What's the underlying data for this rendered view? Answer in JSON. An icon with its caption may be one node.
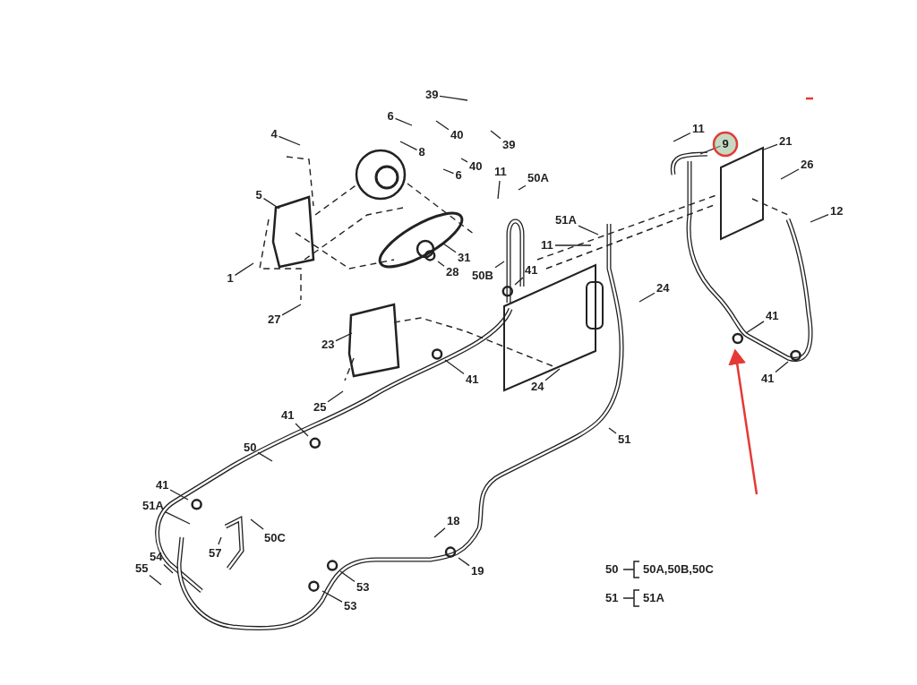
{
  "diagram": {
    "nodes": [
      {
        "text": [
          "39"
        ]
      },
      {
        "text": [
          "6"
        ]
      },
      {
        "text": [
          "40"
        ]
      },
      {
        "text": [
          "4"
        ]
      },
      {
        "text": [
          "8"
        ]
      },
      {
        "text": [
          "39"
        ]
      },
      {
        "text": [
          "40"
        ]
      },
      {
        "text": [
          "6"
        ]
      },
      {
        "text": [
          "11"
        ]
      },
      {
        "text": [
          "50A"
        ]
      },
      {
        "text": [
          "5"
        ]
      },
      {
        "text": [
          "51A"
        ]
      },
      {
        "text": [
          "11"
        ]
      },
      {
        "text": [
          "31"
        ]
      },
      {
        "text": [
          "1"
        ]
      },
      {
        "text": [
          "28"
        ]
      },
      {
        "text": [
          "50B"
        ]
      },
      {
        "text": [
          "41"
        ]
      },
      {
        "text": [
          "24"
        ]
      },
      {
        "text": [
          "27"
        ]
      },
      {
        "text": [
          "23"
        ]
      },
      {
        "text": [
          "41"
        ]
      },
      {
        "text": [
          "24"
        ]
      },
      {
        "text": [
          "25"
        ]
      },
      {
        "text": [
          "11"
        ]
      },
      {
        "text": [
          "9"
        ]
      },
      {
        "text": [
          "21"
        ]
      },
      {
        "text": [
          "26"
        ]
      },
      {
        "text": [
          "12"
        ]
      },
      {
        "text": [
          "41"
        ]
      },
      {
        "text": [
          "41"
        ]
      },
      {
        "text": [
          "41"
        ]
      },
      {
        "text": [
          "50"
        ]
      },
      {
        "text": [
          "51"
        ]
      },
      {
        "text": [
          "41"
        ]
      },
      {
        "text": [
          "51A"
        ]
      },
      {
        "text": [
          "50C"
        ]
      },
      {
        "text": [
          "57"
        ]
      },
      {
        "text": [
          "54"
        ]
      },
      {
        "text": [
          "55"
        ]
      },
      {
        "text": [
          "18"
        ]
      },
      {
        "text": [
          "19"
        ]
      },
      {
        "text": [
          "53"
        ]
      },
      {
        "text": [
          "53"
        ]
      }
    ],
    "edges": [
      {
        "from": 0,
        "to": null,
        "arrow": "none"
      },
      {
        "from": 1,
        "to": null,
        "arrow": "none"
      },
      {
        "from": 2,
        "to": null,
        "arrow": "none"
      },
      {
        "from": 3,
        "to": null,
        "arrow": "none"
      },
      {
        "from": 4,
        "to": null,
        "arrow": "none"
      },
      {
        "from": 5,
        "to": null,
        "arrow": "none"
      },
      {
        "from": 6,
        "to": null,
        "arrow": "none"
      },
      {
        "from": 7,
        "to": null,
        "arrow": "none"
      },
      {
        "from": 8,
        "to": null,
        "arrow": "none"
      },
      {
        "from": 9,
        "to": null,
        "arrow": "none"
      },
      {
        "from": 10,
        "to": null,
        "arrow": "none"
      },
      {
        "from": 11,
        "to": null,
        "arrow": "none"
      },
      {
        "from": 12,
        "to": null,
        "arrow": "none"
      },
      {
        "from": 13,
        "to": null,
        "arrow": "none"
      },
      {
        "from": 14,
        "to": null,
        "arrow": "none"
      },
      {
        "from": 15,
        "to": null,
        "arrow": "none"
      },
      {
        "from": 16,
        "to": null,
        "arrow": "none"
      },
      {
        "from": 17,
        "to": null,
        "arrow": "none"
      },
      {
        "from": 18,
        "to": null,
        "arrow": "none"
      },
      {
        "from": 19,
        "to": null,
        "arrow": "none"
      },
      {
        "from": 20,
        "to": null,
        "arrow": "none"
      },
      {
        "from": 21,
        "to": null,
        "arrow": "none"
      },
      {
        "from": 22,
        "to": null,
        "arrow": "none"
      },
      {
        "from": 23,
        "to": null,
        "arrow": "none"
      },
      {
        "from": 24,
        "to": null,
        "arrow": "none"
      },
      {
        "from": 25,
        "to": null,
        "arrow": "none"
      },
      {
        "from": 26,
        "to": null,
        "arrow": "none"
      },
      {
        "from": 27,
        "to": null,
        "arrow": "none"
      },
      {
        "from": 28,
        "to": null,
        "arrow": "none"
      },
      {
        "from": 29,
        "to": null,
        "arrow": "none"
      },
      {
        "from": 30,
        "to": null,
        "arrow": "none"
      },
      {
        "from": 31,
        "to": null,
        "arrow": "none"
      },
      {
        "from": 32,
        "to": null,
        "arrow": "none"
      },
      {
        "from": 33,
        "to": null,
        "arrow": "none"
      },
      {
        "from": 34,
        "to": null,
        "arrow": "none"
      },
      {
        "from": 35,
        "to": null,
        "arrow": "none"
      },
      {
        "from": 36,
        "to": null,
        "arrow": "none"
      },
      {
        "from": 37,
        "to": null,
        "arrow": "none"
      },
      {
        "from": 38,
        "to": null,
        "arrow": "none"
      },
      {
        "from": 39,
        "to": null,
        "arrow": "none"
      },
      {
        "from": 40,
        "to": null,
        "arrow": "none"
      },
      {
        "from": 41,
        "to": null,
        "arrow": "none"
      },
      {
        "from": 42,
        "to": null,
        "arrow": "none"
      },
      {
        "from": 43,
        "to": null,
        "arrow": "none"
      }
    ],
    "labels": [
      "50",
      "50A,50B,50C",
      "51",
      "51A"
    ]
  }
}
